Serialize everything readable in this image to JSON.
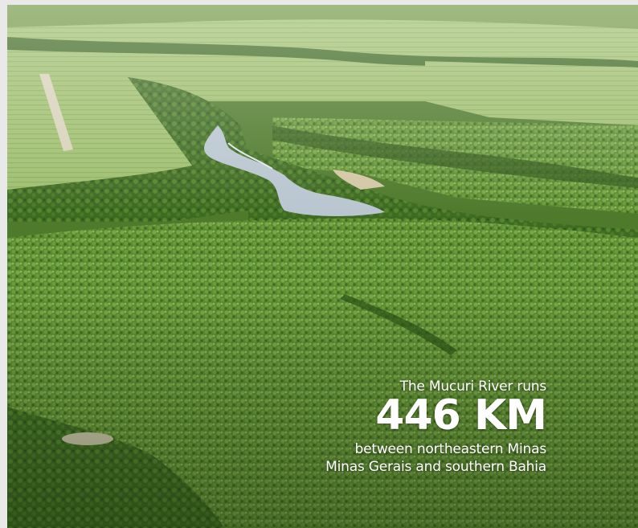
{
  "photo": {
    "subject": "aerial-forest-river",
    "colors": {
      "forest_dark": "#3d6620",
      "forest_mid": "#5f8f34",
      "forest_light": "#8fb45a",
      "field": "#a5c27a",
      "river": "#b9c6cf",
      "frame_bg": "#e9e9e9"
    }
  },
  "caption": {
    "line1": "The Mucuri River runs",
    "highlight": "446 KM",
    "line2": "between northeastern Minas",
    "line3": "Minas Gerais and southern Bahia"
  }
}
